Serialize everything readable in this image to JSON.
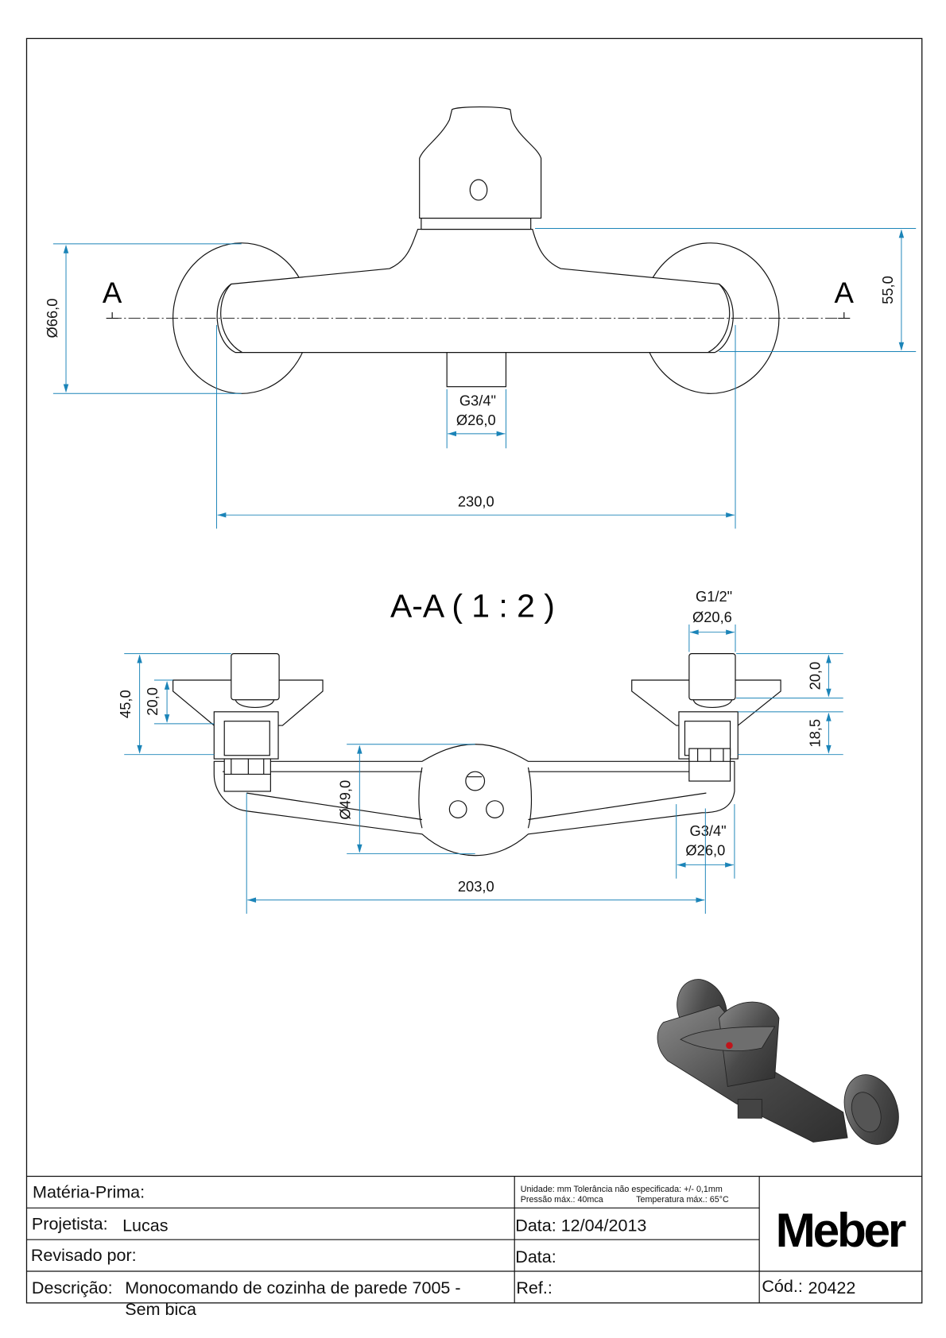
{
  "colors": {
    "dimension": "#1b84b8",
    "outline": "#111111",
    "render": "#5a5a5a"
  },
  "top_view": {
    "section_label_left": "A",
    "section_label_right": "A",
    "dim_flange": "Ø66,0",
    "dim_height": "55,0",
    "outlet_thread": "G3/4\"",
    "outlet_diameter": "Ø26,0",
    "dim_width": "230,0"
  },
  "section_view": {
    "title": "A-A ( 1 : 2 )",
    "inlet_thread": "G1/2\"",
    "inlet_diameter": "Ø20,6",
    "dim_left_total": "45,0",
    "dim_left_upper": "20,0",
    "dim_right_upper": "20,0",
    "dim_right_lower": "18,5",
    "dim_body": "Ø49,0",
    "outlet_thread": "G3/4\"",
    "outlet_diameter": "Ø26,0",
    "dim_centers": "203,0"
  },
  "title_block": {
    "material_label": "Matéria-Prima:",
    "designer_label": "Projetista:",
    "designer": "Lucas",
    "reviewed_label": "Revisado por:",
    "description_label": "Descrição:",
    "description_line1": "Monocomando de cozinha de parede 7005 -",
    "description_line2": "Sem bica",
    "notes_line1": "Unidade: mm Tolerância não especificada: +/- 0,1mm",
    "notes_line2_a": "Pressão máx.: 40mca",
    "notes_line2_b": "Temperatura máx.: 65°C",
    "date_label": "Data: 12/04/2013",
    "review_date_label": "Data:",
    "ref_label": "Ref.:",
    "code_label": "Cód.:",
    "code": "20422",
    "logo": "Meber"
  }
}
